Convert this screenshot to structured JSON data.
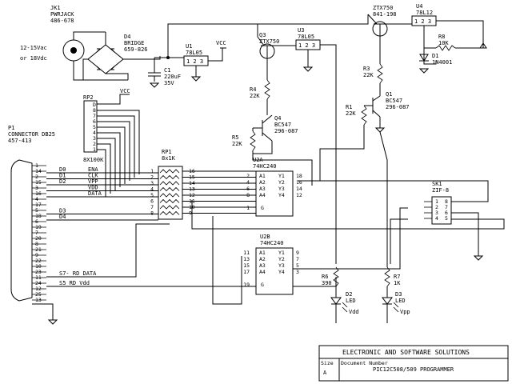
{
  "power": {
    "jack_ref": "JK1",
    "jack_name": "PWRJACK",
    "jack_part": "486-678",
    "supply_line1": "12-15Vac",
    "supply_line2": "or 18Vdc",
    "bridge_ref": "D4",
    "bridge_name": "BRIDGE",
    "bridge_part": "659-826",
    "cap_ref": "C1",
    "cap_value": "220uF",
    "cap_voltage": "35V",
    "u1_ref": "U1",
    "u1_part": "78L05",
    "u1_pins": "1 2 3",
    "vcc_label": "VCC"
  },
  "vdd_switch": {
    "q3_ref": "Q3",
    "q3_part": "ZTX750",
    "u3_ref": "U3",
    "u3_part": "78L05",
    "u3_pins": "1 2 3",
    "r4_ref": "R4",
    "r4_value": "22K",
    "q4_ref": "Q4",
    "q4_part": "BC547",
    "q4_order": "296-087",
    "r5_ref": "R5",
    "r5_value": "22K"
  },
  "vpp_switch": {
    "q2_part": "ZTX750",
    "q2_order": "841-198",
    "u4_ref": "U4",
    "u4_part": "78L12",
    "u4_pins": "1 2 3",
    "r8_ref": "R8",
    "r8_value": "10K",
    "d1_ref": "D1",
    "d1_part": "1N4001",
    "r3_ref": "R3",
    "r3_value": "22K",
    "q1_ref": "Q1",
    "q1_part": "BC547",
    "q1_order": "296-087",
    "r1_ref": "R1",
    "r1_value": "22K"
  },
  "rp2": {
    "ref": "RP2",
    "vcc_label": "VCC",
    "pins": [
      "D",
      "8",
      "7",
      "6",
      "5",
      "4",
      "3",
      "2",
      "1"
    ],
    "value": "8X100K"
  },
  "p1": {
    "ref": "P1",
    "name": "CONNECTOR DB25",
    "part": "457-413",
    "pins": [
      "1",
      "14",
      "2",
      "15",
      "3",
      "16",
      "4",
      "17",
      "5",
      "18",
      "6",
      "19",
      "7",
      "20",
      "8",
      "21",
      "9",
      "22",
      "10",
      "23",
      "11",
      "24",
      "12",
      "25",
      "13"
    ],
    "signals": [
      {
        "label": "D0",
        "net": "ENA"
      },
      {
        "label": "D1",
        "net": "CLK"
      },
      {
        "label": "D2",
        "net": "VPP"
      },
      {
        "label": "",
        "net": "VDD"
      },
      {
        "label": "",
        "net": "DATA"
      },
      {
        "label": "D3",
        "net": ""
      },
      {
        "label": "D4",
        "net": ""
      }
    ],
    "status_s7": "S7- RD DATA",
    "status_s5": "S5 RD Vdd"
  },
  "rp1": {
    "ref": "RP1",
    "value": "8x1K",
    "pins_left": [
      "1",
      "2",
      "3",
      "4",
      "5",
      "6",
      "7",
      "8"
    ],
    "pins_right": [
      "16",
      "15",
      "14",
      "13",
      "12",
      "11",
      "10",
      "9"
    ]
  },
  "u2a": {
    "ref": "U2A",
    "part": "74HC240",
    "pins_in": [
      "2",
      "4",
      "6",
      "8"
    ],
    "labels_a": [
      "A1",
      "A2",
      "A3",
      "A4"
    ],
    "labels_y": [
      "Y1",
      "Y2",
      "Y3",
      "Y4"
    ],
    "pins_out": [
      "18",
      "16",
      "14",
      "12"
    ],
    "enable_pin": "1",
    "enable_label": "G"
  },
  "u2b": {
    "ref": "U2B",
    "part": "74HC240",
    "pins_in": [
      "11",
      "13",
      "15",
      "17"
    ],
    "labels_a": [
      "A1",
      "A2",
      "A3",
      "A4"
    ],
    "labels_y": [
      "Y1",
      "Y2",
      "Y3",
      "Y4"
    ],
    "pins_out": [
      "9",
      "7",
      "5",
      "3"
    ],
    "enable_pin": "19",
    "enable_label": "G"
  },
  "socket": {
    "ref": "SK1",
    "part": "ZIF-8",
    "pins_left": [
      "1",
      "2",
      "3",
      "4"
    ],
    "pins_right": [
      "8",
      "7",
      "6",
      "5"
    ]
  },
  "leds": {
    "r6_ref": "R6",
    "r6_value": "390",
    "d2_ref": "D2",
    "d2_part": "LED",
    "d2_net": "Vdd",
    "r7_ref": "R7",
    "r7_value": "1K",
    "d3_ref": "D3",
    "d3_part": "LED",
    "d3_net": "Vpp"
  },
  "title_block": {
    "company": "ELECTRONIC AND SOFTWARE SOLUTIONS",
    "size_label": "Size",
    "size_value": "A",
    "docnum_label": "Document Number",
    "docnum_value": "PIC12C508/509 PROGRAMMER"
  }
}
